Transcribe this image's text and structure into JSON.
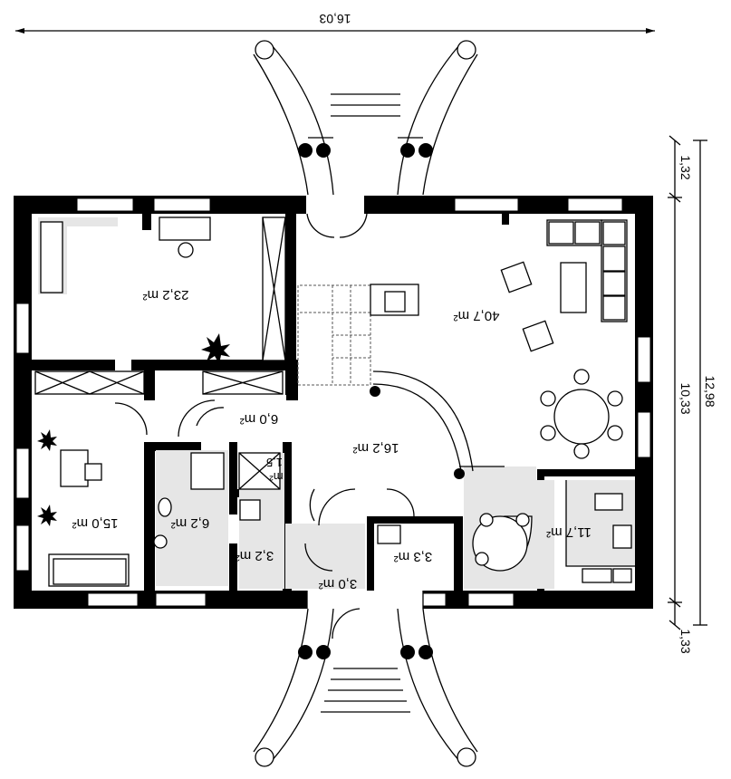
{
  "dimensions": {
    "overall_width": "16,03",
    "overall_depth": "12,98",
    "front_projection": "1,33",
    "middle_depth": "10,33",
    "rear_projection": "1,32"
  },
  "rooms": {
    "bedroom_top": "23,2 m²",
    "living_room": "40,7 m²",
    "hall_corridor": "6,0 m²",
    "main_hall": "16,2 m²",
    "wc_small_line1": "1,5",
    "wc_small_line2": "m²",
    "bedroom_left": "15,0 m²",
    "bathroom": "6,2 m²",
    "utility": "3,2 m²",
    "pantry": "3,3 m²",
    "kitchen": "11,7 m²",
    "entrance": "3,0 m²"
  },
  "colors": {
    "wall": "#000000",
    "fixture_fill": "#e6e6e6"
  }
}
